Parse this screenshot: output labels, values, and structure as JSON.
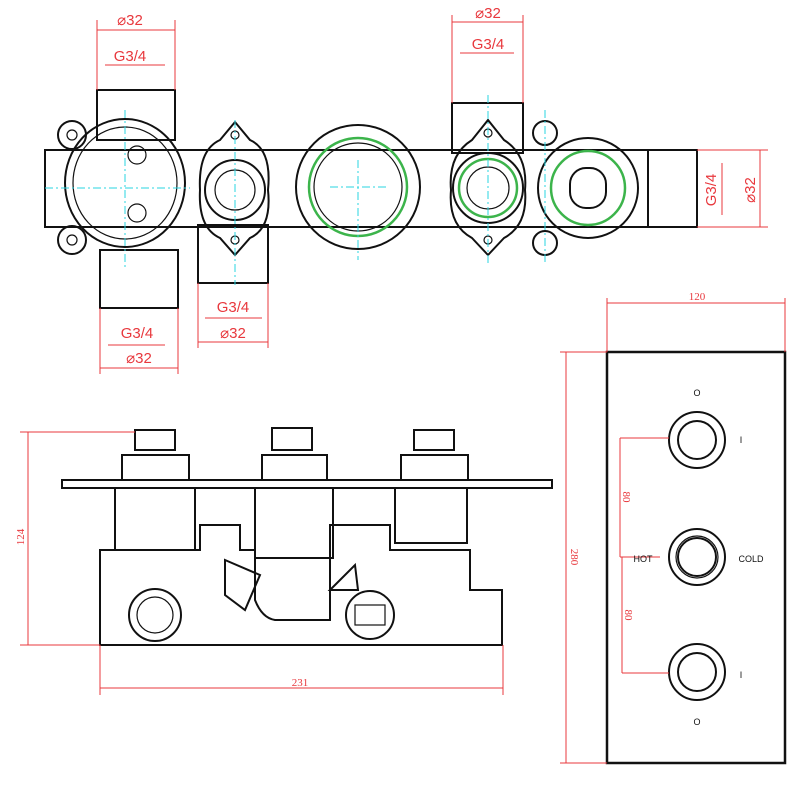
{
  "top_view": {
    "top_left": {
      "outer": "⌀32",
      "thread": "G3/4"
    },
    "top_right": {
      "outer": "⌀32",
      "thread": "G3/4"
    },
    "right": {
      "outer": "⌀32",
      "thread": "G3/4"
    },
    "bottom_mid": {
      "outer": "⌀32",
      "thread": "G3/4"
    },
    "bottom_left": {
      "outer": "⌀32",
      "thread": "G3/4"
    }
  },
  "side_view": {
    "height": "124",
    "width": "231"
  },
  "faceplate": {
    "width": "120",
    "height": "280",
    "spacing_upper": "80",
    "spacing_lower": "80",
    "hot_label": "HOT",
    "cold_label": "COLD",
    "off_mark_top": "O",
    "off_mark_bottom": "O",
    "on_mark_top": "I",
    "on_mark_bottom": "I"
  },
  "colors": {
    "dimension": "#e8383d",
    "centerline": "#2ad4e0",
    "seal": "#3cb44b"
  }
}
